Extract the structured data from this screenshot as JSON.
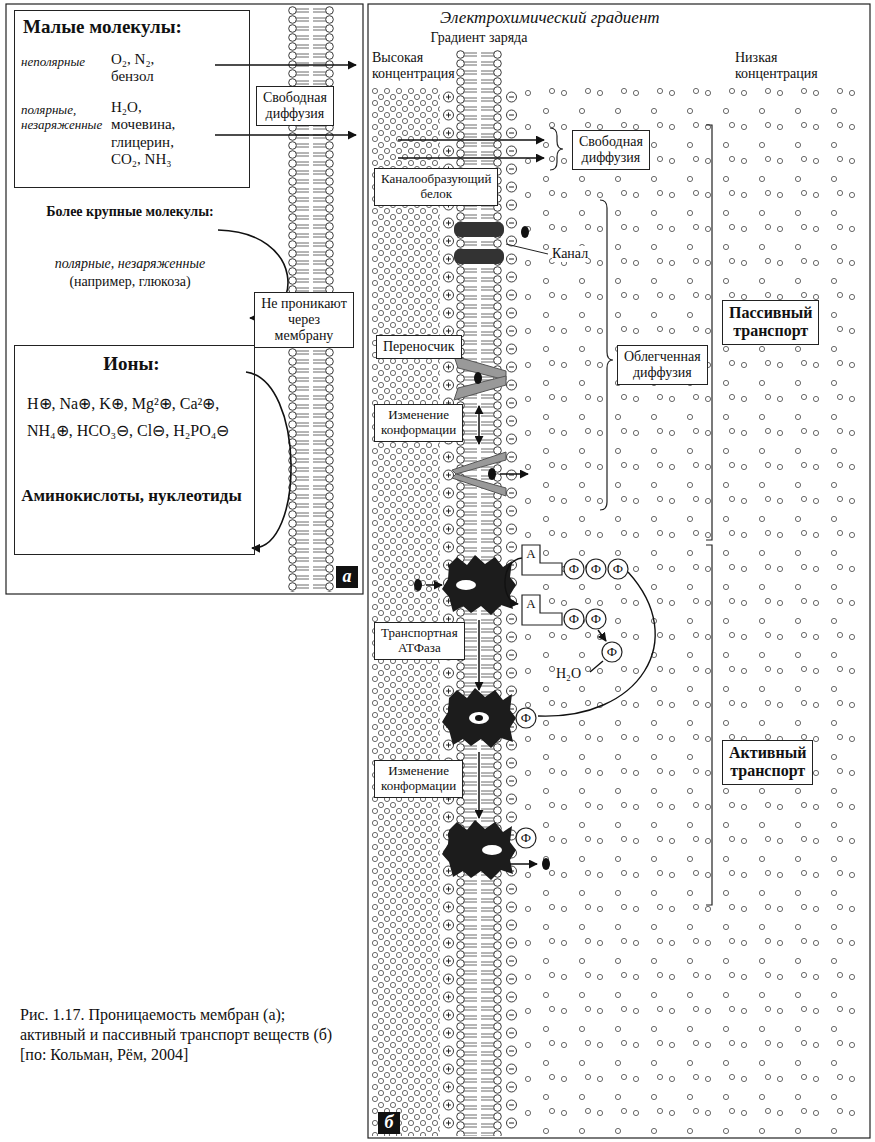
{
  "diagram": {
    "title": "Электрохимический градиент",
    "caption": "Рис. 1.17. Проницаемость мембран (а); активный и пассивный транспорт веществ (б) [по: Кольман, Рём, 2004]",
    "nodes": [
      {
        "text": [
          "Малые молекулы:",
          "неполярные",
          "O₂, N₂, бензол",
          "полярные, незаряженные",
          "H₂O, мочевина, глицерин, CO₂, NH₃"
        ]
      },
      {
        "text": [
          "Свободная диффузия"
        ]
      },
      {
        "text": [
          "Ионы:",
          "H⊕, Na⊕, K⊕, Mg²⊕, Ca²⊕, NH₄⊕, HCO₃⊖, Cl⊖, H₂PO₄⊖",
          "Аминокислоты, нуклеотиды"
        ]
      },
      {
        "text": [
          "Не проникают через мембрану"
        ]
      },
      {
        "text": [
          "Свободная диффузия"
        ]
      },
      {
        "text": [
          "Каналообразующий белок"
        ]
      },
      {
        "text": [
          "Пассивный транспорт"
        ]
      },
      {
        "text": [
          "Переносчик"
        ]
      },
      {
        "text": [
          "Облегченная диффузия"
        ]
      },
      {
        "text": [
          "Изменение конформации"
        ]
      },
      {
        "text": [
          "Транспортная АТФаза"
        ]
      },
      {
        "text": [
          "Изменение конформации"
        ]
      },
      {
        "text": [
          "Активный транспорт"
        ]
      }
    ],
    "labels": [
      "Более крупные молекулы:",
      "полярные, незаряженные",
      "(например, глюкоза)",
      "а",
      "Градиент заряда",
      "Высокая концентрация",
      "Низкая концентрация",
      "Канал",
      "А",
      "Ф",
      "Ф",
      "Ф",
      "А",
      "Ф",
      "Ф",
      "Ф",
      "H₂O",
      "Ф",
      "Ф",
      "б"
    ]
  }
}
